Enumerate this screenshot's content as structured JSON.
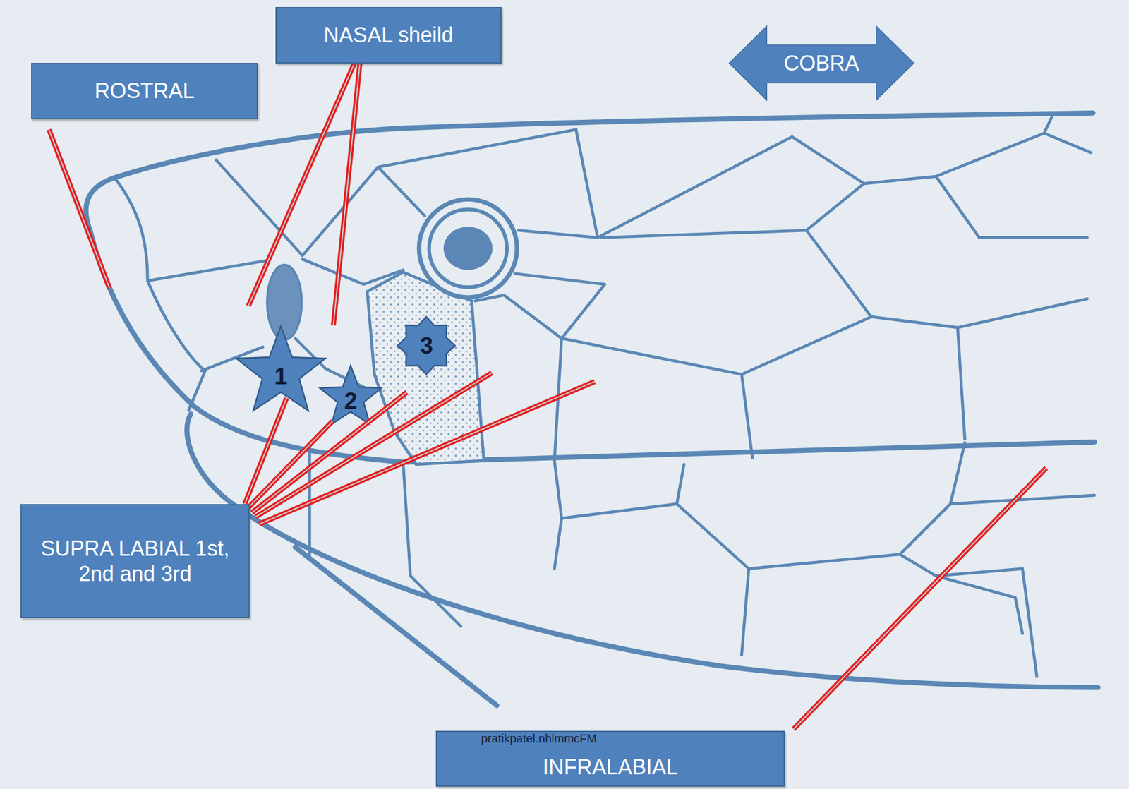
{
  "diagram": {
    "nodes": [
      {
        "text": [
          "ROSTRAL"
        ]
      },
      {
        "text": [
          "NASAL sheild"
        ]
      },
      {
        "text": [
          "COBRA"
        ]
      },
      {
        "text": [
          "SUPRA LABIAL 1st, 2nd and 3rd"
        ]
      },
      {
        "text": [
          "INFRALABIAL"
        ]
      }
    ],
    "labels": [
      "1",
      "2",
      "3",
      "pratikpatel.nhlmmcFM"
    ]
  }
}
